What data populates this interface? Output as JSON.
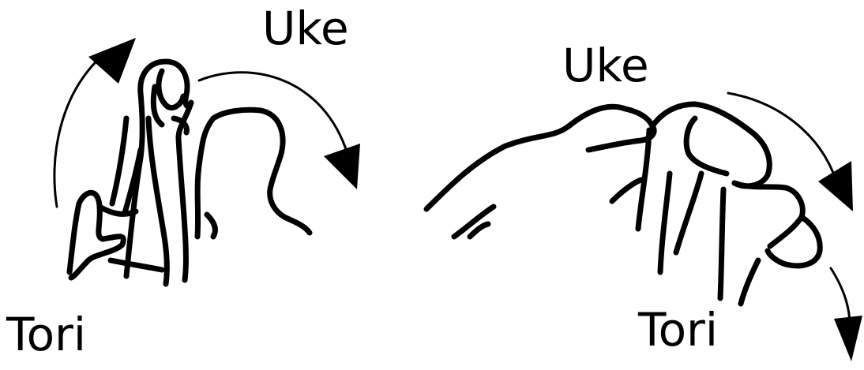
{
  "panels": [
    {
      "labels": {
        "uke": "Uke",
        "tori": "Tori"
      }
    },
    {
      "labels": {
        "uke": "Uke",
        "tori": "Tori"
      }
    }
  ],
  "colors": {
    "ink": "#000000",
    "background": "#ffffff"
  },
  "icons": [
    "curved-arrow-icon"
  ]
}
